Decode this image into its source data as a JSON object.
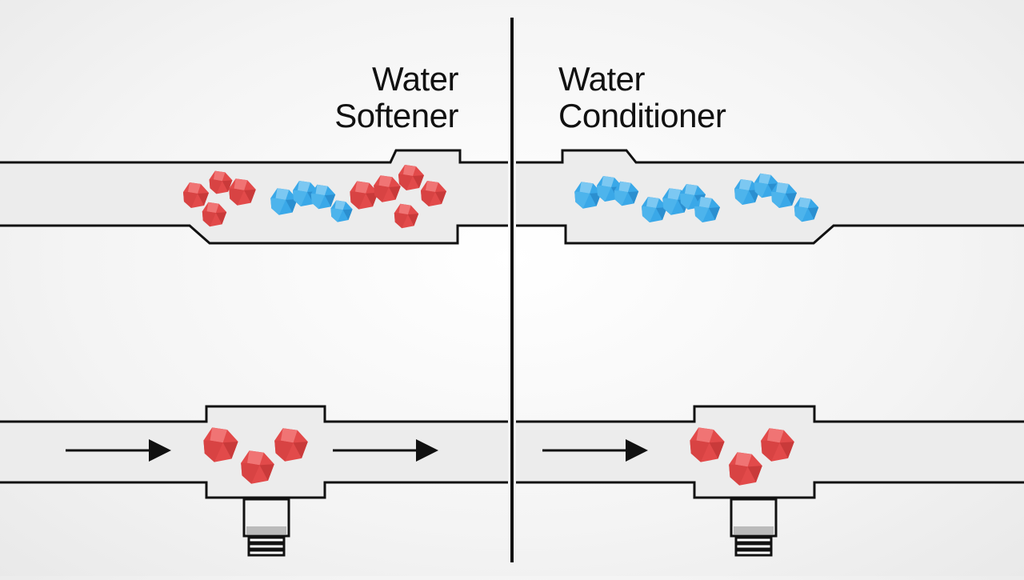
{
  "labels": {
    "softener_line1": "Water",
    "softener_line2": "Softener",
    "conditioner_line1": "Water",
    "conditioner_line2": "Conditioner"
  },
  "colors": {
    "hard_mineral": "#e24a4a",
    "conditioned_mineral": "#3aa8e8",
    "pipe_fill": "#ececec",
    "pipe_stroke": "#111111",
    "background": "#f4f4f4"
  },
  "icons": {
    "flow_arrow": "arrow-right-icon",
    "red_crystal": "red-mineral-crystal-icon",
    "blue_crystal": "blue-mineral-crystal-icon",
    "drain_valve": "drain-valve-icon"
  }
}
